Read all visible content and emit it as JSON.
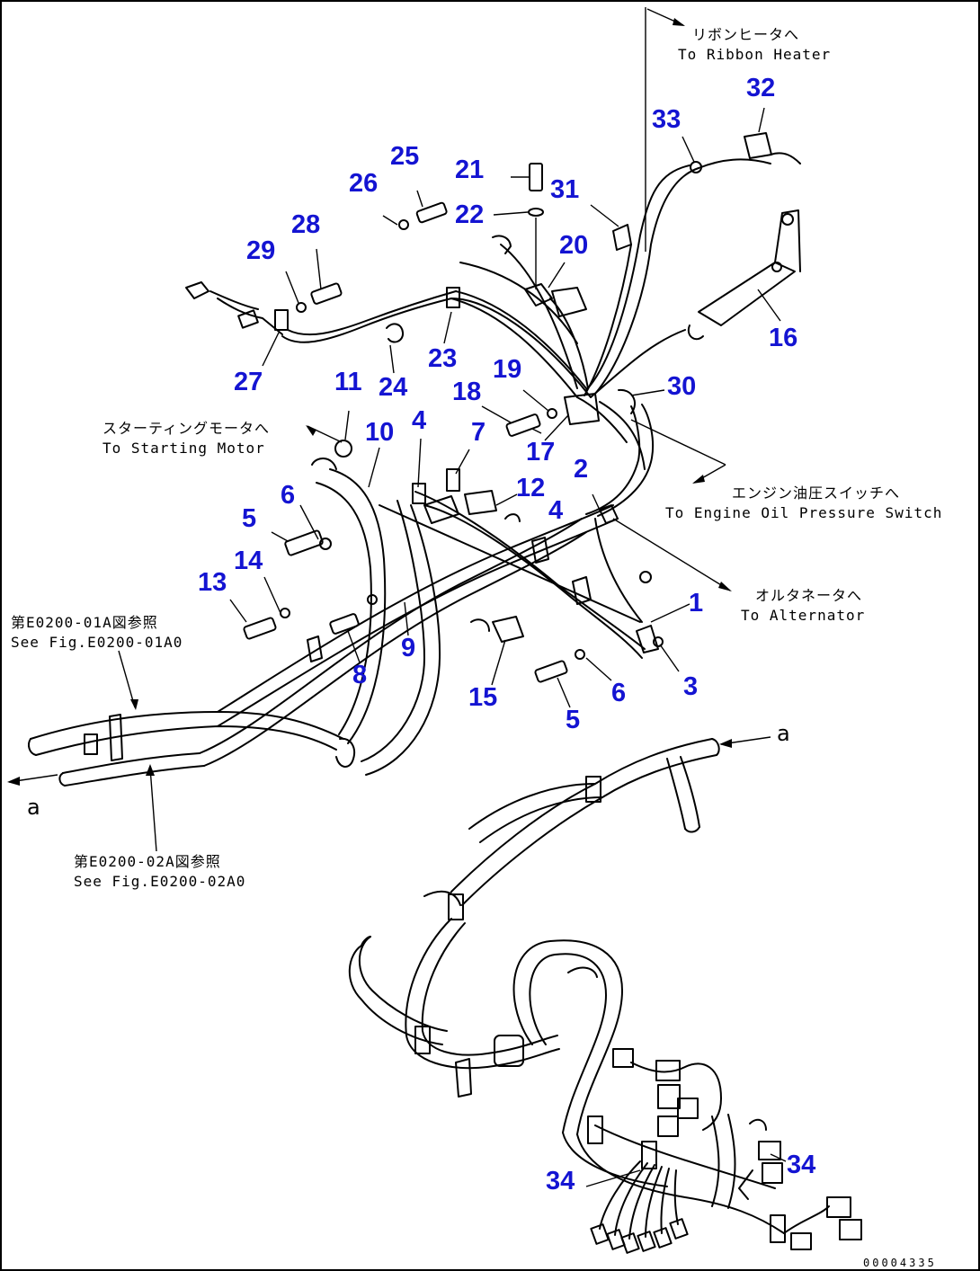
{
  "notes": {
    "ribbon_jp": "リボンヒータへ",
    "ribbon_en": "To Ribbon Heater",
    "starter_jp": "スターティングモータへ",
    "starter_en": "To Starting Motor",
    "oil_jp": "エンジン油圧スイッチへ",
    "oil_en": "To Engine Oil Pressure Switch",
    "alt_jp": "オルタネータへ",
    "alt_en": "To Alternator",
    "fig1_jp": "第E0200-01A図参照",
    "fig1_en": "See Fig.E0200-01A0",
    "fig2_jp": "第E0200-02A図参照",
    "fig2_en": "See Fig.E0200-02A0"
  },
  "refs": {
    "a_right": "a",
    "a_left": "a"
  },
  "drawing_number": "00004335",
  "callouts": {
    "c1": "1",
    "c2": "2",
    "c3": "3",
    "c4a": "4",
    "c4b": "4",
    "c5a": "5",
    "c5b": "5",
    "c6a": "6",
    "c6b": "6",
    "c7": "7",
    "c8": "8",
    "c9": "9",
    "c10": "10",
    "c11": "11",
    "c12": "12",
    "c13": "13",
    "c14": "14",
    "c15": "15",
    "c16": "16",
    "c17": "17",
    "c18": "18",
    "c19": "19",
    "c20": "20",
    "c21": "21",
    "c22": "22",
    "c23": "23",
    "c24": "24",
    "c25": "25",
    "c26": "26",
    "c27": "27",
    "c28": "28",
    "c29": "29",
    "c30": "30",
    "c31": "31",
    "c32": "32",
    "c33": "33",
    "c34a": "34",
    "c34b": "34"
  },
  "colors": {
    "callout": "#1414d2",
    "line": "#000000"
  }
}
